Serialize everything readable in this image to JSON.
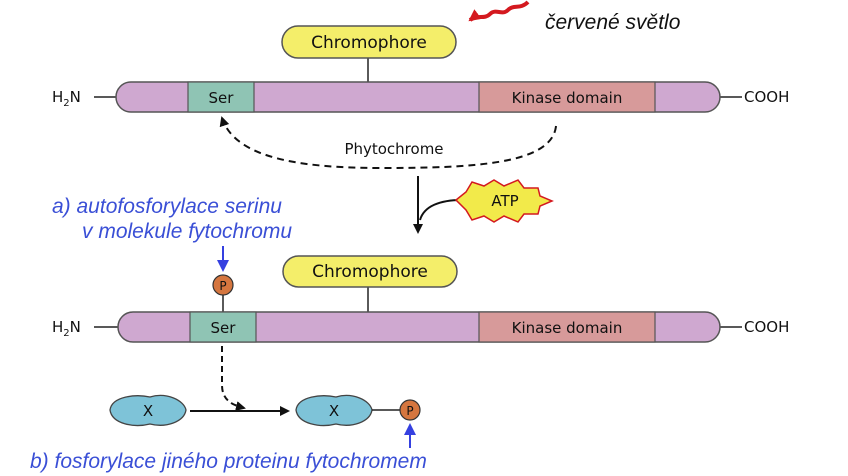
{
  "top_annotation": {
    "text": "červené světlo"
  },
  "molecule_1": {
    "chromophore": "Chromophore",
    "n_terminus_prefix": "H",
    "n_terminus_subscript": "2",
    "n_terminus_suffix": "N",
    "c_terminus": "COOH",
    "ser_domain": "Ser",
    "kinase_domain": "Kinase domain",
    "transfer_label": "Phytochrome"
  },
  "atp_label": "ATP",
  "caption_a": {
    "line1": "a) autofosforylace serinu",
    "line2": "v molekule fytochromu"
  },
  "molecule_2": {
    "phosphate": "P",
    "chromophore": "Chromophore",
    "n_terminus_prefix": "H",
    "n_terminus_subscript": "2",
    "n_terminus_suffix": "N",
    "c_terminus": "COOH",
    "ser_domain": "Ser",
    "kinase_domain": "Kinase domain"
  },
  "substrate": {
    "protein_x": "X",
    "protein_x_product": "X",
    "phosphate": "P"
  },
  "caption_b": {
    "text": "b) fosforylace jiného proteinu fytochromem"
  },
  "colors": {
    "chromophore_fill": "#f4ee6a",
    "protein_fill": "#cfa8d0",
    "ser_fill": "#8fc4b4",
    "kinase_fill": "#d79a9a",
    "phosphate_fill": "#d5763f",
    "x_fill": "#7ec3d8",
    "atp_fill": "#f2ea4a",
    "caption_blue": "#3a4fd6",
    "light_red": "#d4191f",
    "arrow_blue": "#3540e0"
  }
}
